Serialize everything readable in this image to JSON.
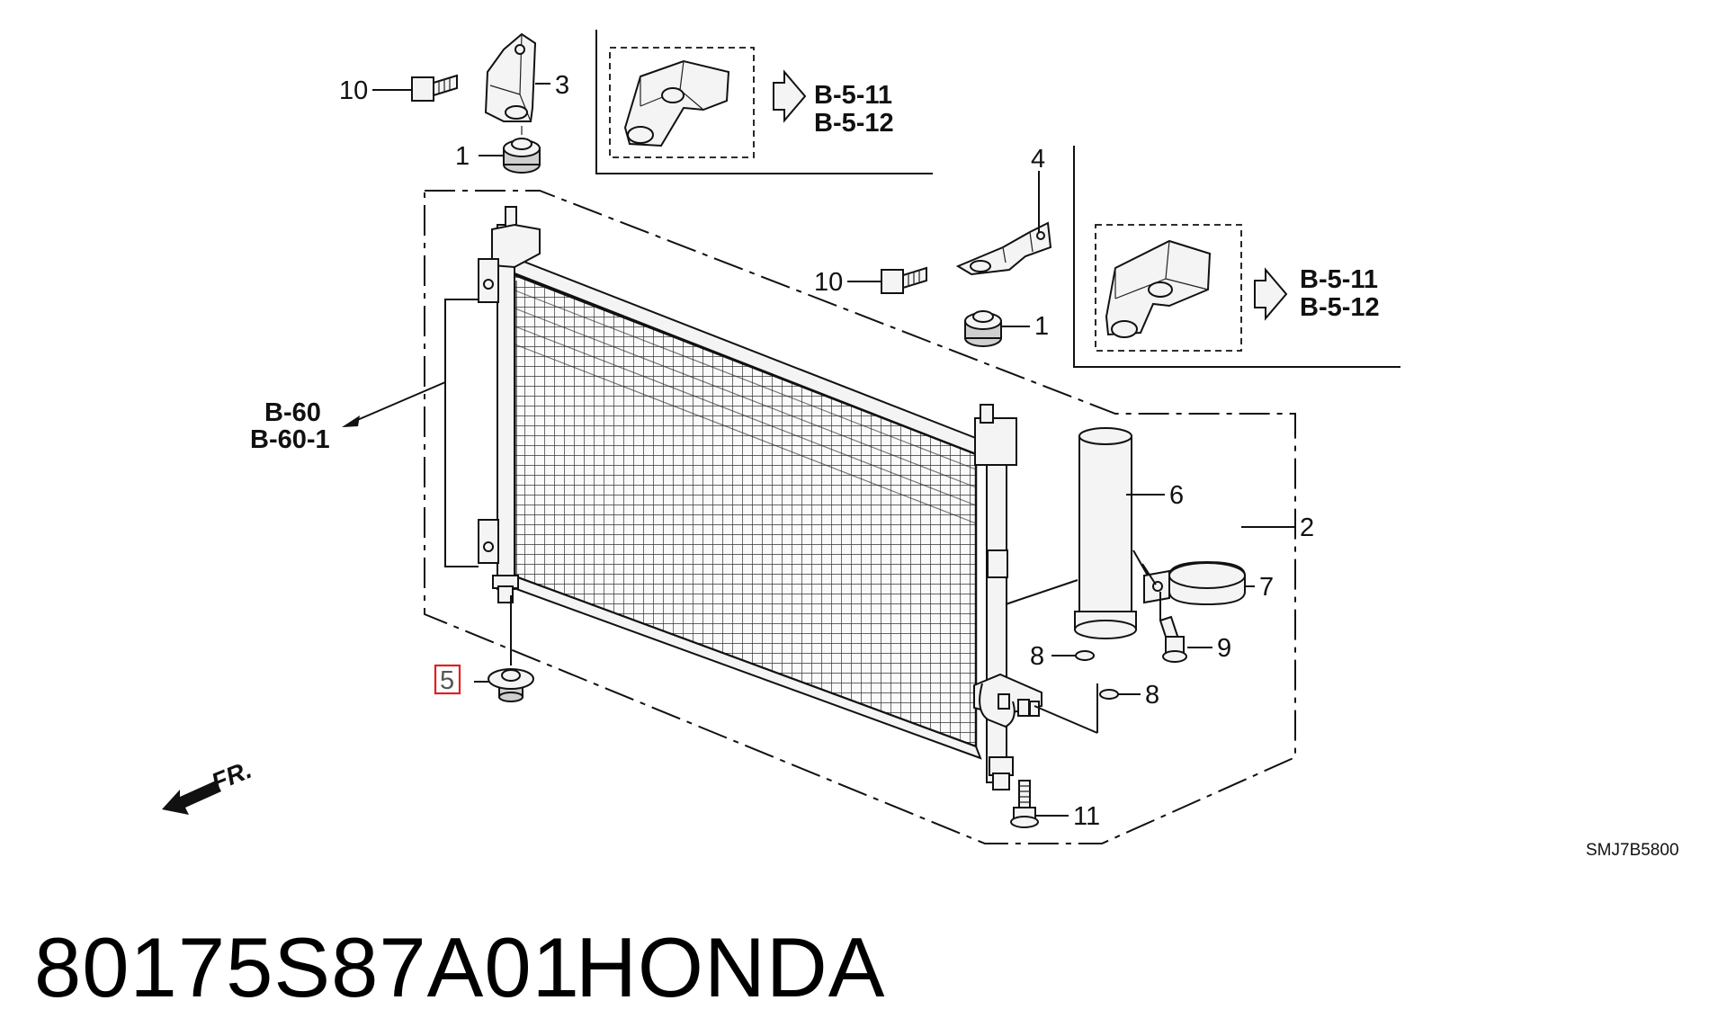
{
  "callouts": {
    "c1a": "1",
    "c1b": "1",
    "c2": "2",
    "c3": "3",
    "c4": "4",
    "c5": "5",
    "c6": "6",
    "c7": "7",
    "c8a": "8",
    "c8b": "8",
    "c9": "9",
    "c10a": "10",
    "c10b": "10",
    "c11": "11"
  },
  "refs": {
    "top_ref1": "B-5-11",
    "top_ref2": "B-5-12",
    "right_ref1": "B-5-11",
    "right_ref2": "B-5-12",
    "left_ref1": "B-60",
    "left_ref2": "B-60-1",
    "front": "FR."
  },
  "diagram_code": "SMJ7B5800",
  "part_number": "80175S87A01",
  "brand": "HONDA",
  "highlight_color": "#e02020"
}
